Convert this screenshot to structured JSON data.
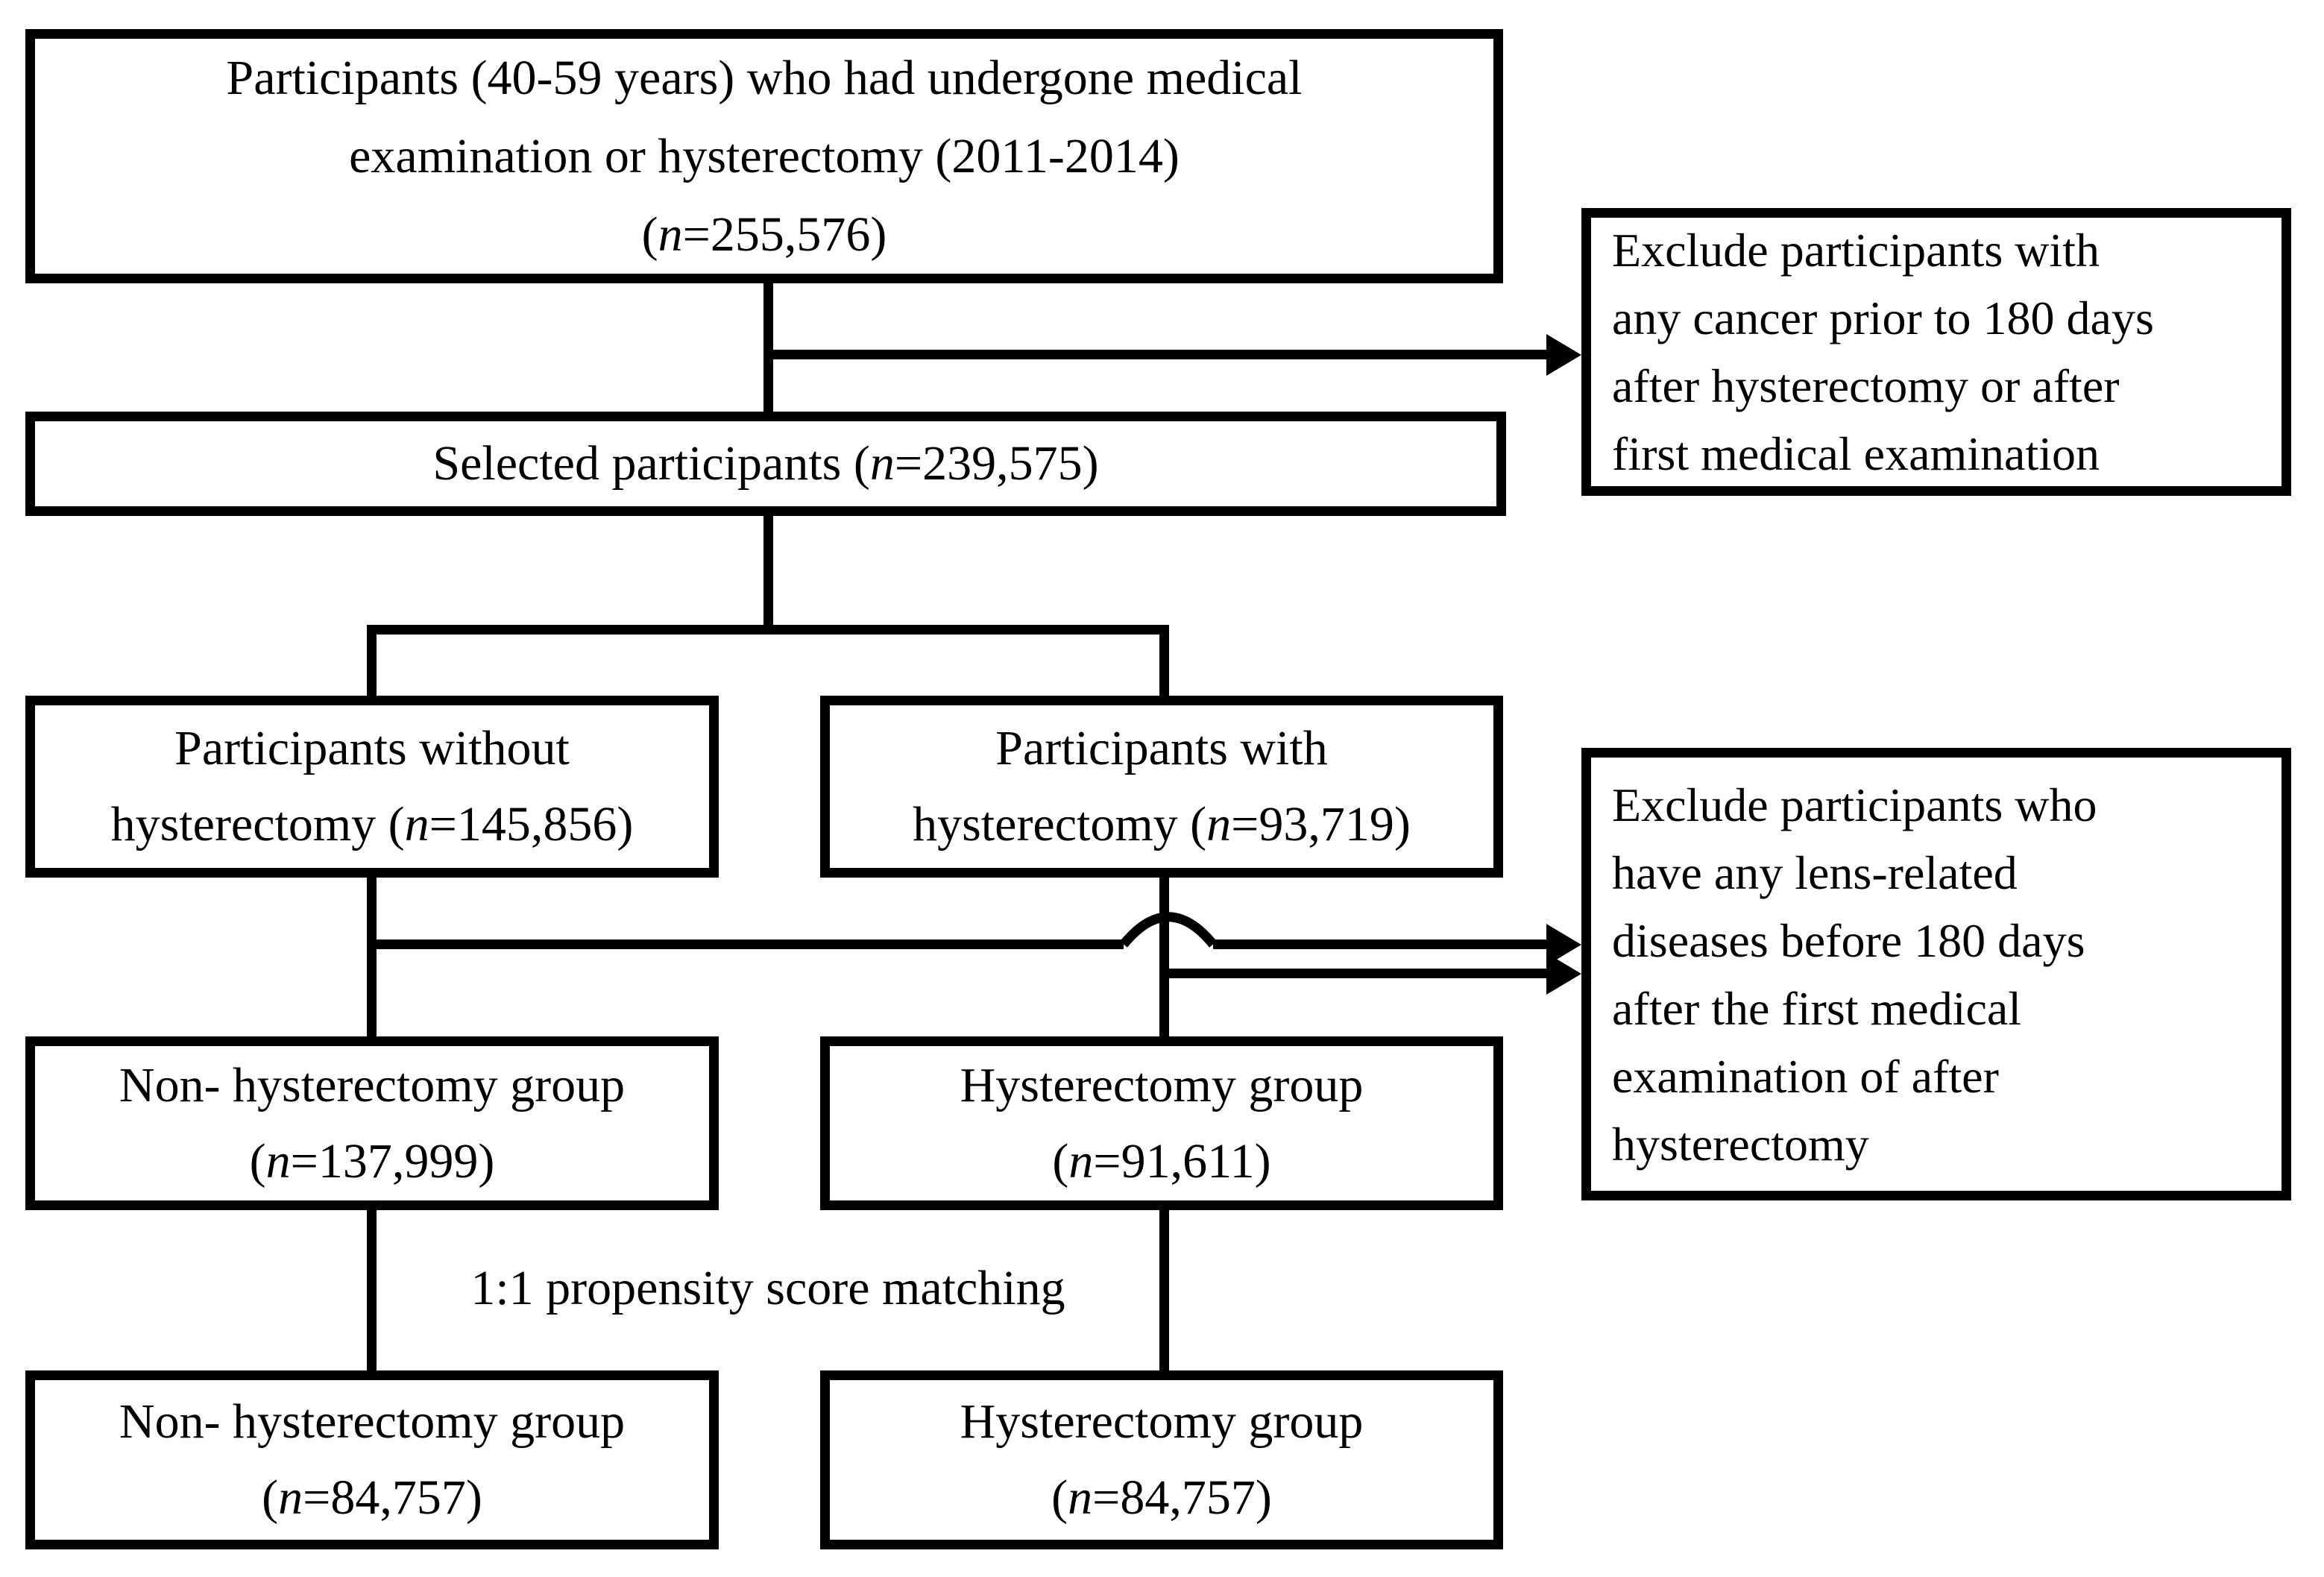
{
  "flow": {
    "boxes": [
      {
        "name": "participants-initial",
        "lines": [
          "Participants (40-59 years) who had undergone medical",
          "examination or hysterectomy (2011-2014)",
          "(n=255,576)"
        ]
      },
      {
        "name": "selected-participants",
        "lines": [
          "Selected participants (n=239,575)"
        ]
      },
      {
        "name": "exclude-cancer",
        "lines": [
          "Exclude participants with",
          "any cancer prior to 180 days",
          "after hysterectomy or after",
          "first medical examination"
        ]
      },
      {
        "name": "participants-without-hysterectomy",
        "lines": [
          "Participants without",
          "hysterectomy (n=145,856)"
        ]
      },
      {
        "name": "participants-with-hysterectomy",
        "lines": [
          "Participants with",
          "hysterectomy (n=93,719)"
        ]
      },
      {
        "name": "exclude-lens-diseases",
        "lines": [
          "Exclude participants who",
          "have any lens-related",
          "diseases before 180 days",
          "after the first medical",
          "examination of after",
          "hysterectomy"
        ]
      },
      {
        "name": "non-hysterectomy-group",
        "lines": [
          "Non- hysterectomy group",
          "(n=137,999)"
        ]
      },
      {
        "name": "hysterectomy-group",
        "lines": [
          "Hysterectomy group",
          "(n=91,611)"
        ]
      },
      {
        "name": "non-hysterectomy-group-matched",
        "lines": [
          "Non- hysterectomy group",
          "(n=84,757)"
        ]
      },
      {
        "name": "hysterectomy-group-matched",
        "lines": [
          "Hysterectomy group",
          "(n=84,757)"
        ]
      }
    ],
    "labels": {
      "propensity_matching": "1:1 propensity score matching"
    },
    "colors": {
      "line": "#000000",
      "box_border": "#000000",
      "text": "#000000",
      "background": "#ffffff"
    }
  }
}
